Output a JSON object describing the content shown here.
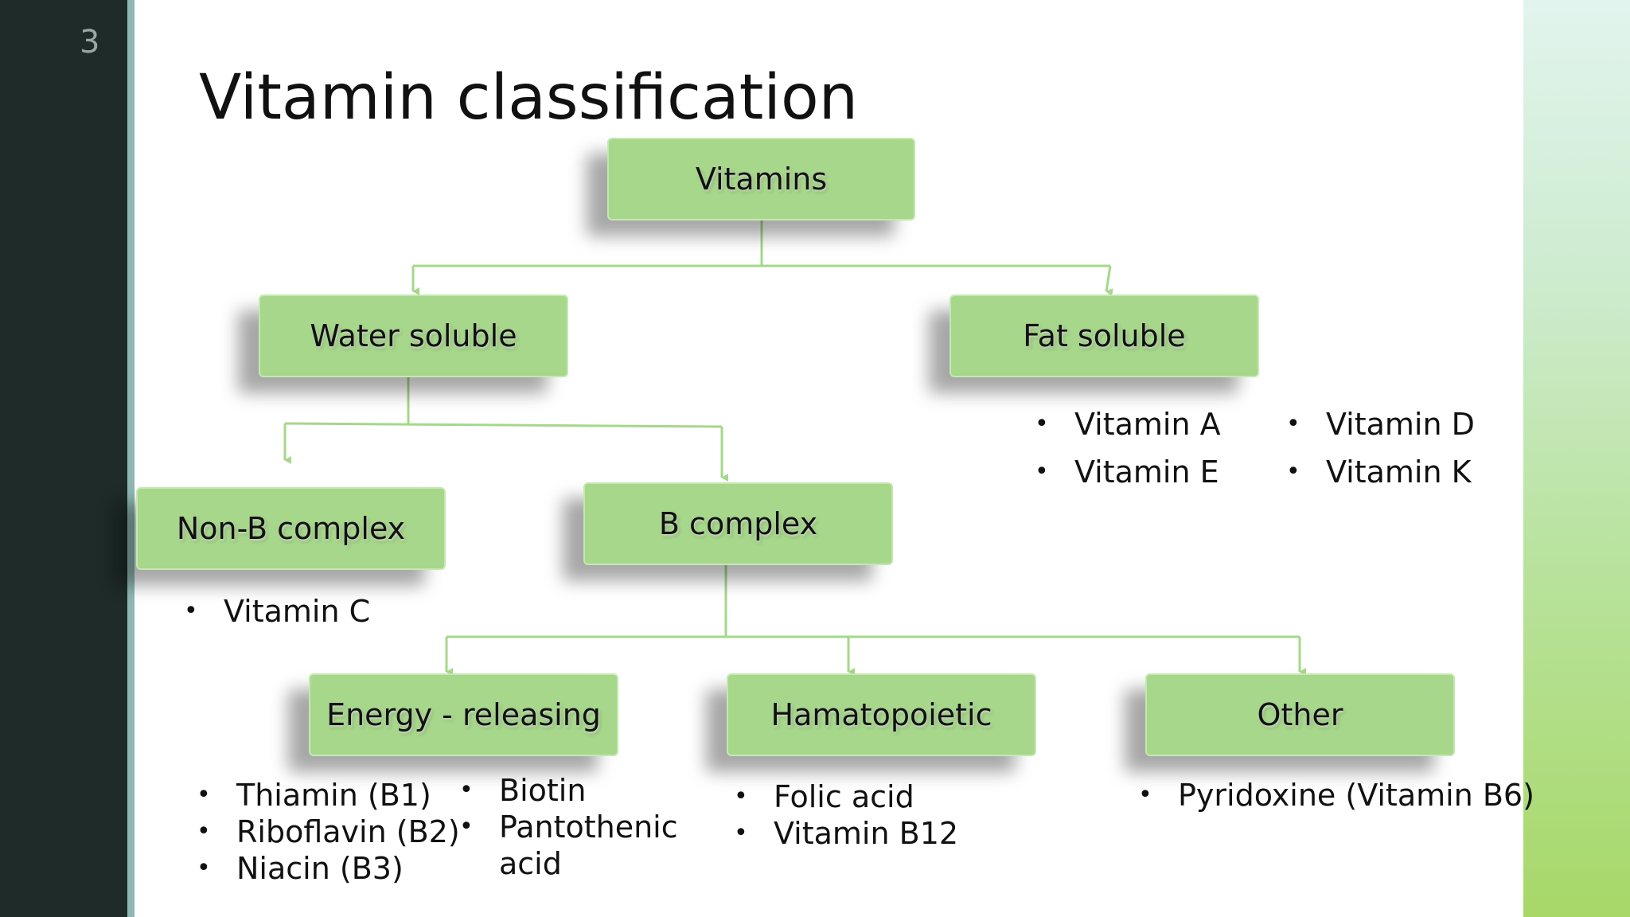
{
  "slide_number": "3",
  "title": "Vitamin classification",
  "nodes": {
    "vitamins": "Vitamins",
    "water_soluble": "Water soluble",
    "fat_soluble": "Fat soluble",
    "non_b_complex": "Non-B complex",
    "b_complex": "B complex",
    "energy_releasing": "Energy - releasing",
    "hematopoietic": "Hamatopoietic",
    "other": "Other"
  },
  "fat_soluble_list": {
    "col1": [
      "Vitamin A",
      "Vitamin E"
    ],
    "col2": [
      "Vitamin D",
      "Vitamin K"
    ]
  },
  "non_b_list": [
    "Vitamin C"
  ],
  "energy_list": {
    "col1": [
      "Thiamin (B1)",
      "Riboflavin (B2)",
      "Niacin (B3)"
    ],
    "col2": [
      "Biotin",
      "Pantothenic acid"
    ]
  },
  "hematopoietic_list": [
    "Folic acid",
    "Vitamin B12"
  ],
  "other_list": [
    "Pyridoxine (Vitamin B6)"
  ],
  "colors": {
    "node_fill": "#a6d78a",
    "connector": "#a6d78a",
    "left_bar": "#1e2b28"
  }
}
